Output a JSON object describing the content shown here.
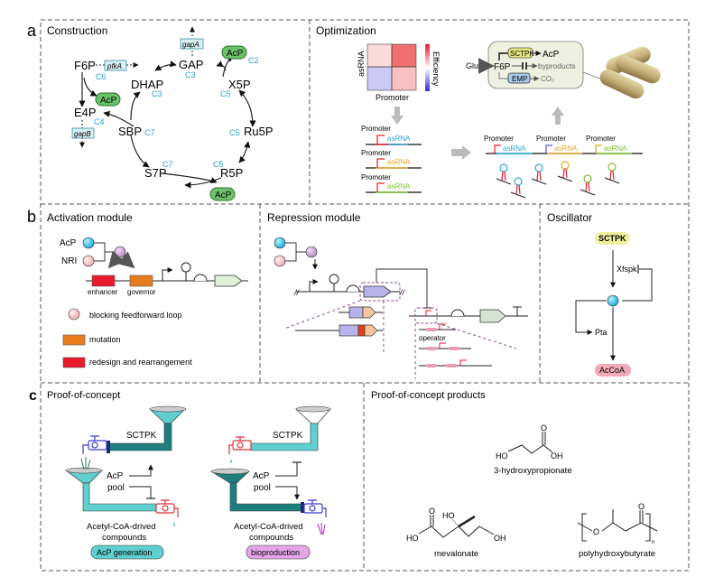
{
  "panels": {
    "a": {
      "letter": "a",
      "construction": {
        "title": "Construction",
        "metabolites": {
          "f6p": "F6P",
          "e4p": "E4P",
          "dhap": "DHAP",
          "gap": "GAP",
          "x5p": "X5P",
          "ru5p": "Ru5P",
          "r5p": "R5P",
          "s7p": "S7P",
          "sbp": "SBP"
        },
        "carbon_labels": {
          "f6p": "C6",
          "e4p": "C4",
          "dhap": "C3",
          "gap": "C3",
          "x5p": "C5",
          "x5p_acp": "C2",
          "ru5p": "C5",
          "r5p": "C5",
          "s7p": "C7",
          "sbp": "C7"
        },
        "genes": {
          "pfka": "pfkA",
          "gapa": "gapA",
          "gapb": "gapB"
        },
        "acp_label": "AcP"
      },
      "optimization": {
        "title": "Optimization",
        "heatmap": {
          "ylabel": "asRNA",
          "xlabel": "Promoter",
          "colorbar_label": "Efficiency"
        },
        "cell": {
          "glu": "Glu",
          "f6p": "F6P",
          "sctpk": "SCTPK",
          "acp": "AcP",
          "byproducts": "byproducts",
          "emp": "EMP",
          "co2": "CO₂"
        },
        "constructs": [
          {
            "promoter": "Promoter",
            "gene": "asRNA",
            "color": "#2aa7d6"
          },
          {
            "promoter": "Promoter",
            "gene": "asRNA",
            "color": "#e8a62a"
          },
          {
            "promoter": "Promoter",
            "gene": "asRNA",
            "color": "#7cbf2e"
          }
        ],
        "combined": [
          {
            "promoter": "Promoter",
            "gene": "asRNA",
            "color": "#2aa7d6"
          },
          {
            "promoter": "Promoter",
            "gene": "asRNA",
            "color": "#e8a62a"
          },
          {
            "promoter": "Promoter",
            "gene": "asRNA",
            "color": "#7cbf2e"
          }
        ]
      }
    },
    "b": {
      "letter": "b",
      "activation": {
        "title": "Activation module",
        "acp": "AcP",
        "nri": "NRI",
        "enhancer": "enhancer",
        "governor": "governor",
        "legend": [
          {
            "label": "blocking feedforward loop",
            "color": "#f4c6c6"
          },
          {
            "label": "mutation",
            "color": "#e87b1e"
          },
          {
            "label": "redesign and rearrangement",
            "color": "#e8192c"
          }
        ]
      },
      "repression": {
        "title": "Repression module",
        "operator": "operator"
      },
      "oscillator": {
        "title": "Oscillator",
        "sctpk": "SCTPK",
        "xfspk": "Xfspk",
        "pta": "Pta",
        "accoa": "AcCoA"
      }
    },
    "c": {
      "letter": "c",
      "proof": {
        "title": "Proof-of-concept",
        "left": {
          "sctpk": "SCTPK",
          "acp": "AcP",
          "pool": "pool",
          "compounds1": "Acetyl-CoA-drived",
          "compounds2": "compounds",
          "badge": "AcP generation"
        },
        "right": {
          "sctpk": "SCTPK",
          "acp": "AcP",
          "pool": "pool",
          "compounds1": "Acetyl-CoA-drived",
          "compounds2": "compounds",
          "badge": "bioproduction"
        }
      },
      "products": {
        "title": "Proof-of-concept products",
        "items": [
          {
            "name": "3-hydroxypropionate"
          },
          {
            "name": "mevalonate"
          },
          {
            "name": "polyhydroxybutyrate"
          }
        ],
        "atoms": {
          "ho": "HO",
          "oh": "OH",
          "o": "O",
          "n": "n"
        }
      }
    }
  },
  "colors": {
    "acp_green": "#6cc26a",
    "carbon_blue": "#2a9fd0",
    "teal_dark": "#1f7f7f",
    "teal_light": "#5fd0cf",
    "sctpk_yellow": "#eef0a0",
    "accoa_pink": "#f2a9b8"
  }
}
